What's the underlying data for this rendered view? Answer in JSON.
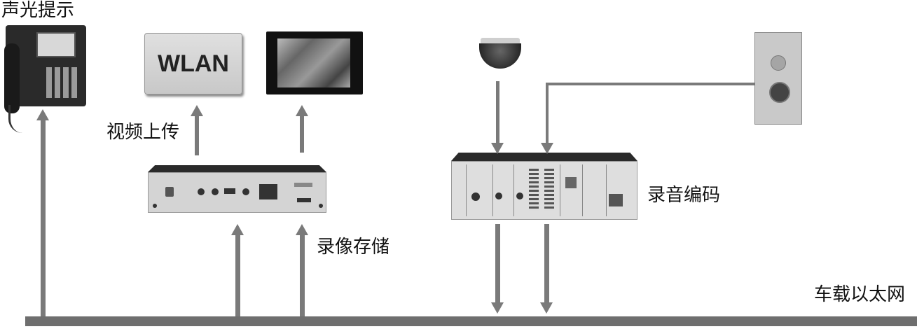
{
  "labels": {
    "sound_light_prompt": "声光提示",
    "video_upload": "视频上传",
    "recording_storage": "录像存储",
    "audio_encoding": "录音编码",
    "vehicle_ethernet": "车载以太网"
  },
  "devices": {
    "wlan_text": "WLAN"
  },
  "colors": {
    "arrow": "#7a7a7a",
    "bus": "#6e6e6e"
  }
}
